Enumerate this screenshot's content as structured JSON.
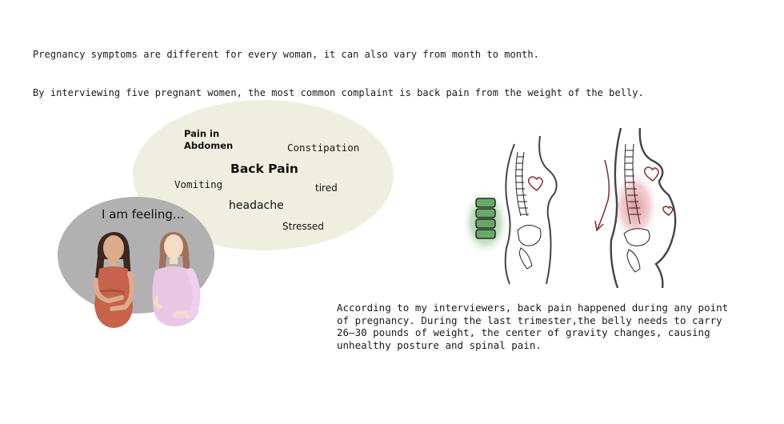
{
  "intro": {
    "line1": "Pregnancy symptoms are different for every woman, it can also vary from month to month.",
    "line2": "By interviewing five pregnant women, the most common complaint is back pain from the weight of the belly."
  },
  "bubble": {
    "prompt": "I am feeling...",
    "symptoms": {
      "abdomen": "Pain in\nAbdomen",
      "constipation": "Constipation",
      "back_pain": "Back Pain",
      "vomiting": "Vomiting",
      "tired": "tired",
      "headache": "headache",
      "stressed": "Stressed"
    }
  },
  "illustrations": {
    "women": "two pregnant women holding bellies",
    "spine_normal": "normal spine posture with healthy lumbar vertebrae highlighted green",
    "spine_pregnant": "pregnant spine posture with strained lumbar region highlighted red"
  },
  "colors": {
    "bubble_bg": "#efefdf",
    "small_bubble_bg": "#b1b1b1",
    "healthy_glow": "#5aa05a",
    "pain_glow": "#d97a82",
    "heart": "#8b2a2a"
  },
  "explanation": "According to my interviewers, back pain happened during any point\nof pregnancy. During the last trimester,the belly needs to carry\n26–30 pounds of weight, the center of gravity changes, causing\nunhealthy posture and spinal pain."
}
